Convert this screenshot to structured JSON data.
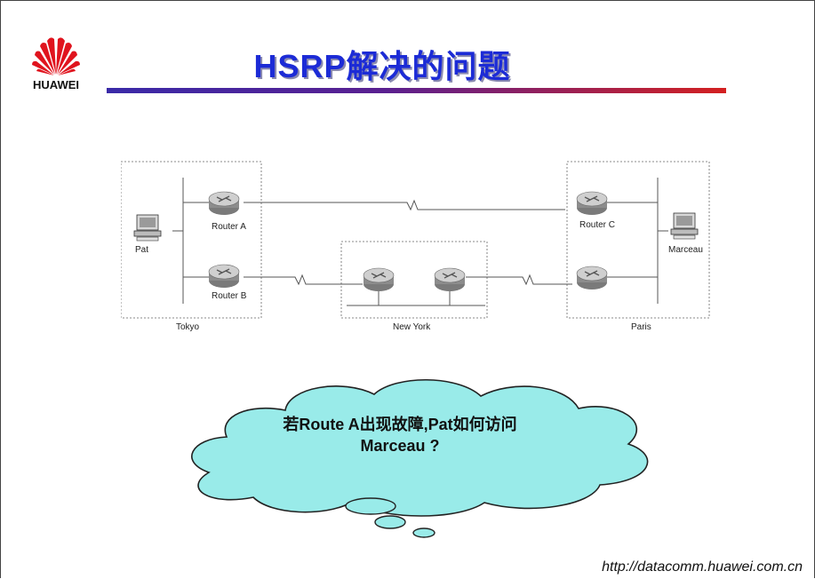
{
  "logo": {
    "text": "HUAWEI"
  },
  "slide": {
    "title": "HSRP解决的问题"
  },
  "diagram": {
    "sites": {
      "tokyo": "Tokyo",
      "new_york": "New York",
      "paris": "Paris"
    },
    "hosts": {
      "pat": "Pat",
      "marceau": "Marceau"
    },
    "routers": {
      "a": "Router A",
      "b": "Router B",
      "c": "Router C"
    }
  },
  "callout": {
    "line1": "若Route A出现故障,Pat如何访问",
    "line2": "Marceau ?"
  },
  "footer": {
    "url": "http://datacomm.huawei.com.cn"
  },
  "colors": {
    "title": "#1c2bd6",
    "cloud_fill": "#99ebe9",
    "logo_red": "#e0141e"
  }
}
